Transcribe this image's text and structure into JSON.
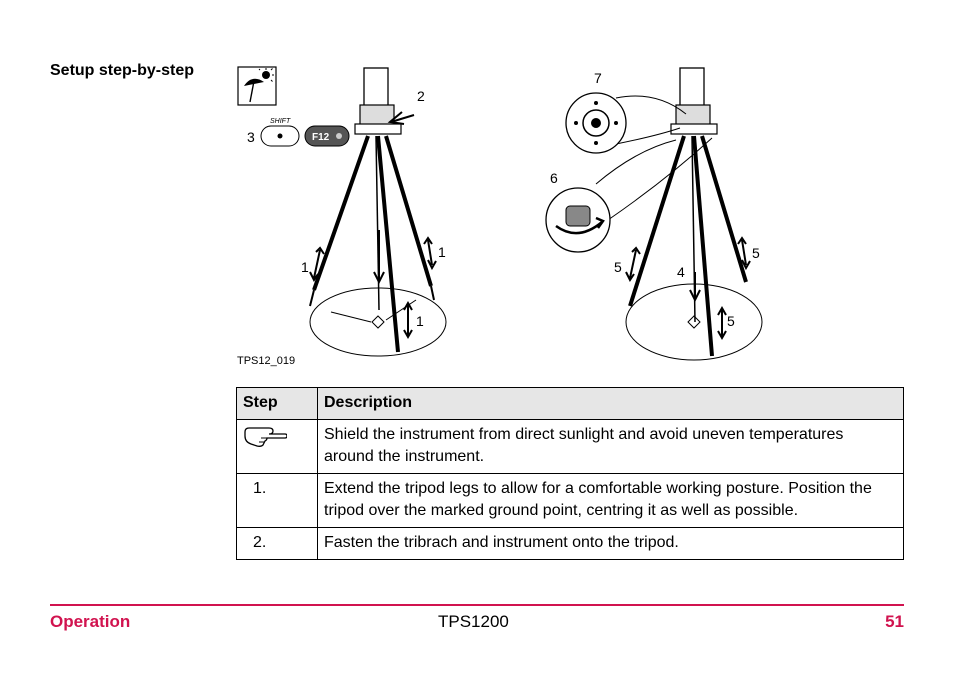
{
  "section": {
    "title": "Setup step-by-step"
  },
  "figure": {
    "caption": "TPS12_019",
    "labels": {
      "l1a": "1",
      "l1b": "1",
      "l1c": "1",
      "l2": "2",
      "l3": "3",
      "l4": "4",
      "l5a": "5",
      "l5b": "5",
      "l5c": "5",
      "l6": "6",
      "l7": "7"
    },
    "keys": {
      "shift": "SHIFT",
      "f12": "F12"
    },
    "icons": [
      "sun-umbrella-icon",
      "pointing-hand-icon"
    ]
  },
  "table": {
    "headers": {
      "step": "Step",
      "description": "Description"
    },
    "rows": [
      {
        "step_icon": "pointing-hand-icon",
        "description": "Shield the instrument from direct sunlight and avoid uneven temperatures around the instrument."
      },
      {
        "step": "1.",
        "description": "Extend the tripod legs to allow for a comfortable working posture. Position the tripod over the marked ground point, centring it as well as possible."
      },
      {
        "step": "2.",
        "description": "Fasten the tribrach and instrument onto the tripod."
      }
    ]
  },
  "footer": {
    "section": "Operation",
    "product": "TPS1200",
    "page": "51",
    "accent_color": "#d1134f"
  }
}
